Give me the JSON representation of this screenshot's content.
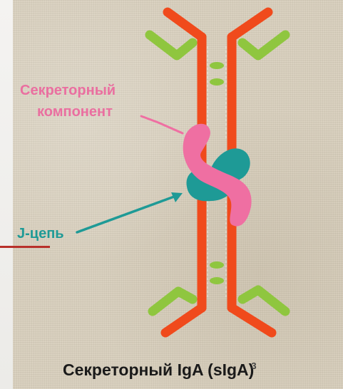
{
  "labels": {
    "secretory_component_line1": "Секреторный",
    "secretory_component_line2": "компонент",
    "j_chain": "J-цепь",
    "caption": "Секреторный IgA (sIgA)",
    "page_number": "3"
  },
  "colors": {
    "heavy_chain": "#f04a1c",
    "light_chain": "#8fc63f",
    "secretory_component": "#ef6fa2",
    "j_chain": "#1e9a96",
    "accent": "#b8302a"
  }
}
